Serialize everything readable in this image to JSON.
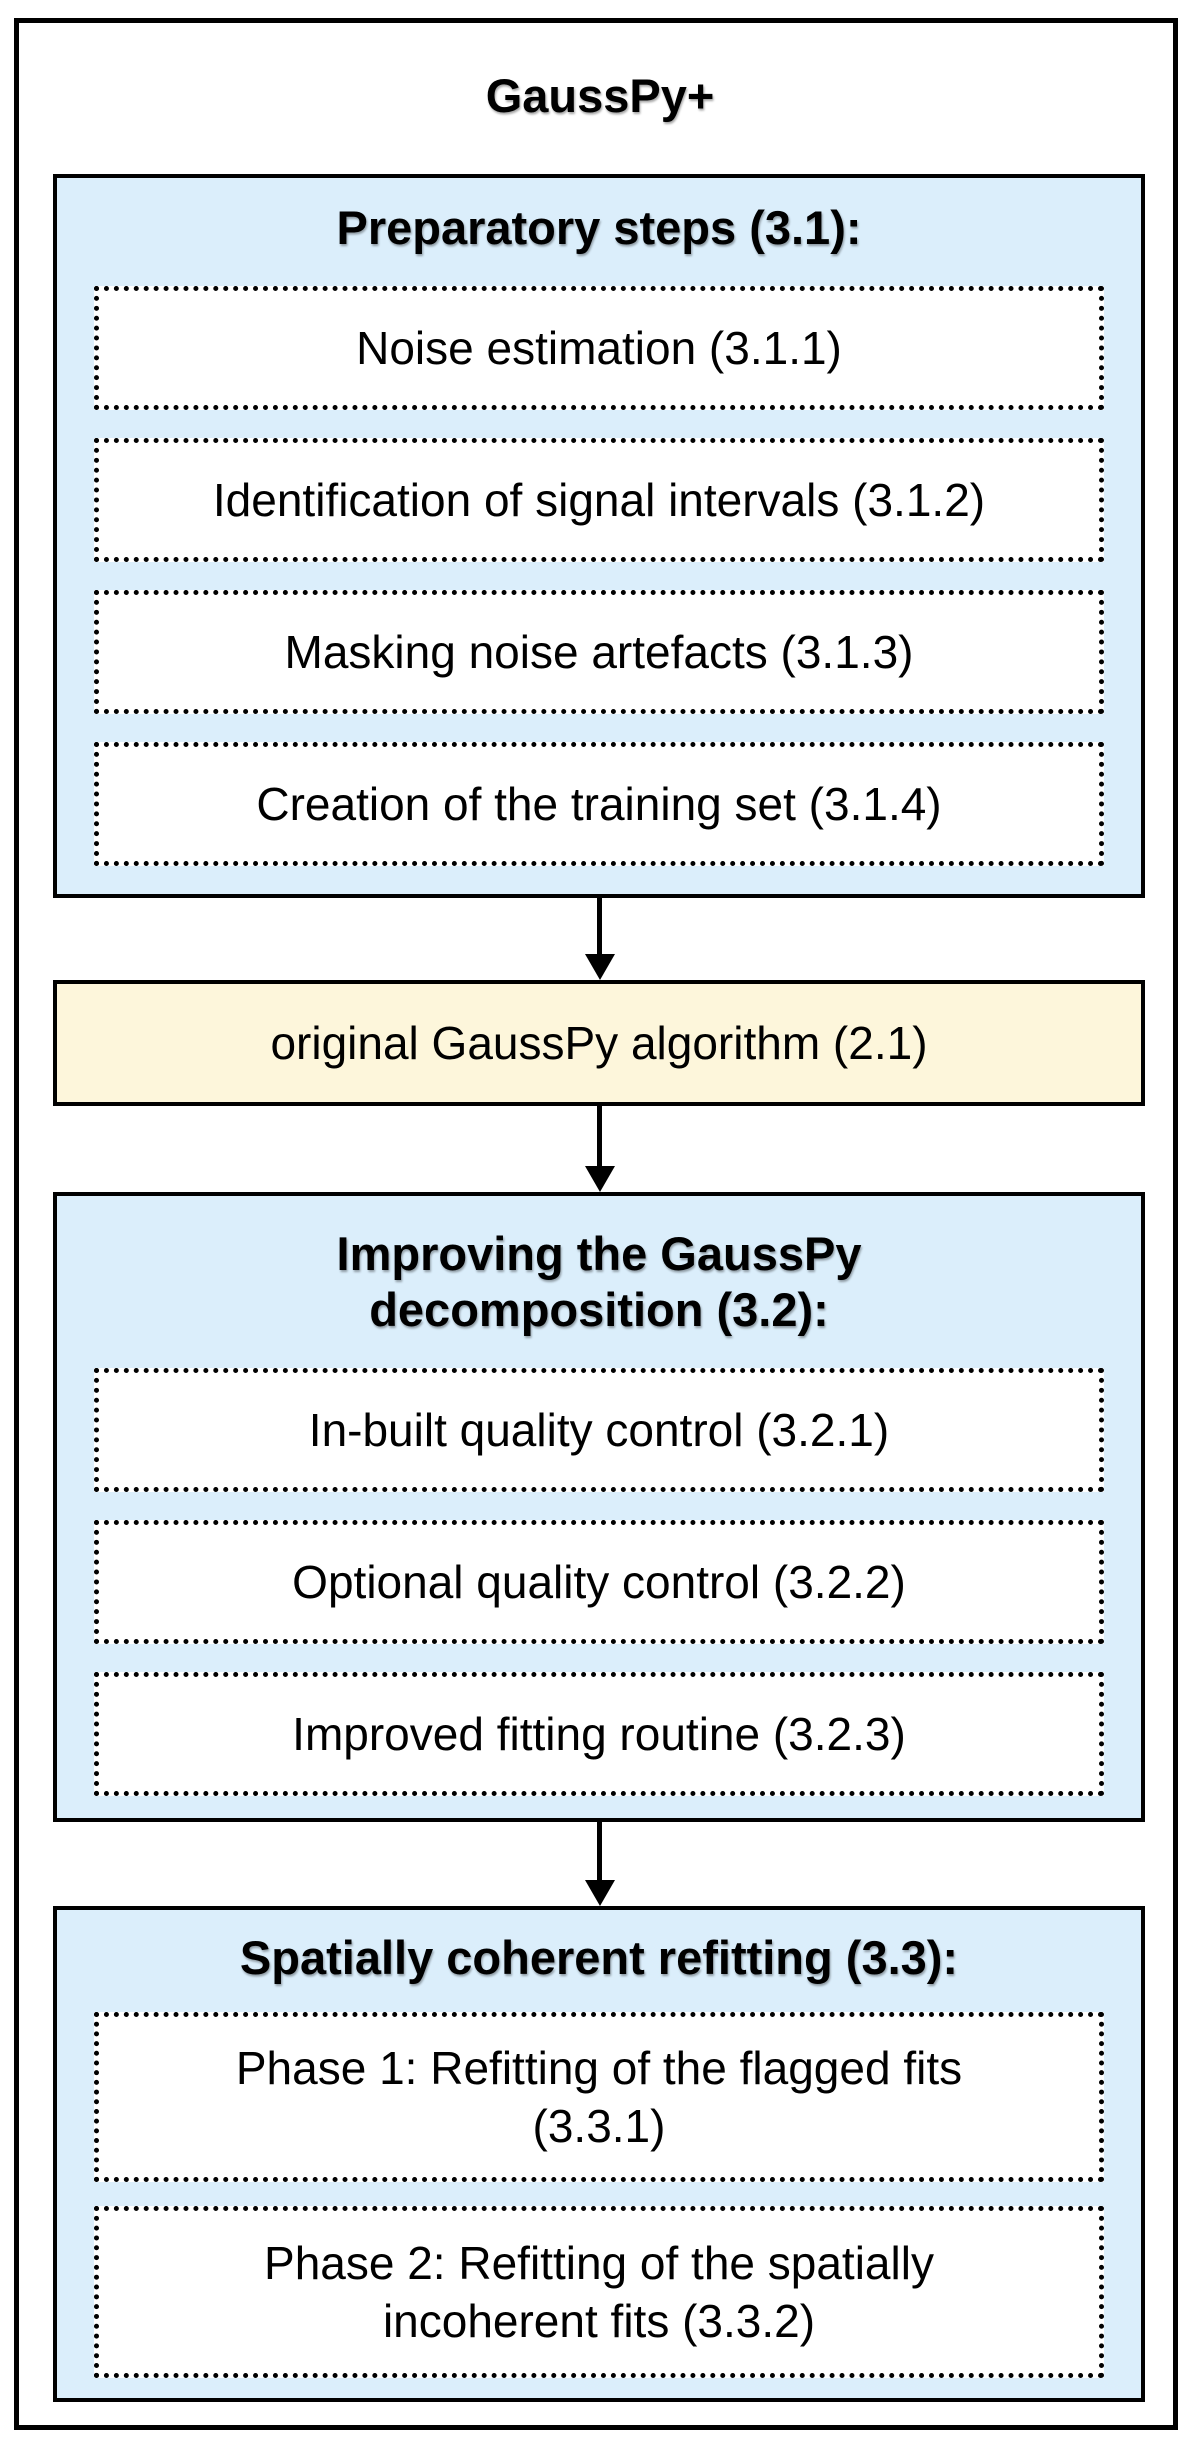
{
  "title": "GaussPy+",
  "preparatory": {
    "title": "Preparatory steps (3.1):",
    "steps": [
      "Noise estimation (3.1.1)",
      "Identification of signal intervals (3.1.2)",
      "Masking noise artefacts (3.1.3)",
      "Creation of the training set (3.1.4)"
    ]
  },
  "algorithm": {
    "label": "original GaussPy algorithm (2.1)"
  },
  "improving": {
    "title_line1": "Improving the GaussPy",
    "title_line2": "decomposition (3.2):",
    "steps": [
      "In-built quality control (3.2.1)",
      "Optional quality control (3.2.2)",
      "Improved fitting routine (3.2.3)"
    ]
  },
  "refitting": {
    "title": "Spatially coherent refitting (3.3):",
    "phases": [
      {
        "line1": "Phase 1: Refitting of the flagged fits",
        "line2": "(3.3.1)"
      },
      {
        "line1": "Phase 2: Refitting of the spatially",
        "line2": "incoherent fits (3.3.2)"
      }
    ]
  },
  "colors": {
    "section_fill": "#dbeefb",
    "algorithm_fill": "#fdf6db",
    "border": "#000000"
  }
}
